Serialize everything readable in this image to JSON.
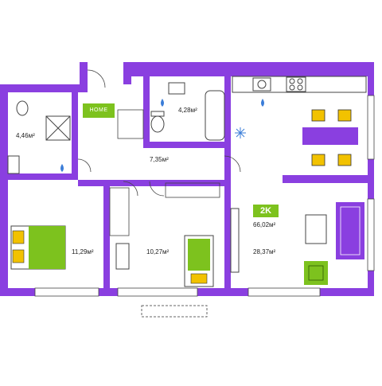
{
  "colors": {
    "wall": "#8a3fe0",
    "accent_green": "#7dc21e",
    "furniture_yellow": "#f2c200",
    "fixture_outline": "#444444",
    "water_drop": "#3b7dd8"
  },
  "plan": {
    "home_label": "HOME",
    "apartment_type": "2K",
    "total_area": "66,02м²",
    "rooms": [
      {
        "name": "bathroom-left",
        "area": "4,46м²"
      },
      {
        "name": "bathroom-top",
        "area": "4,28м²"
      },
      {
        "name": "hallway",
        "area": "7,35м²"
      },
      {
        "name": "bedroom-left",
        "area": "11,29м²"
      },
      {
        "name": "bedroom-middle",
        "area": "10,27м²"
      },
      {
        "name": "living-kitchen",
        "area": "28,37м²"
      }
    ]
  },
  "icons": [
    "water-drop-icon",
    "snowflake-icon",
    "home-icon"
  ]
}
